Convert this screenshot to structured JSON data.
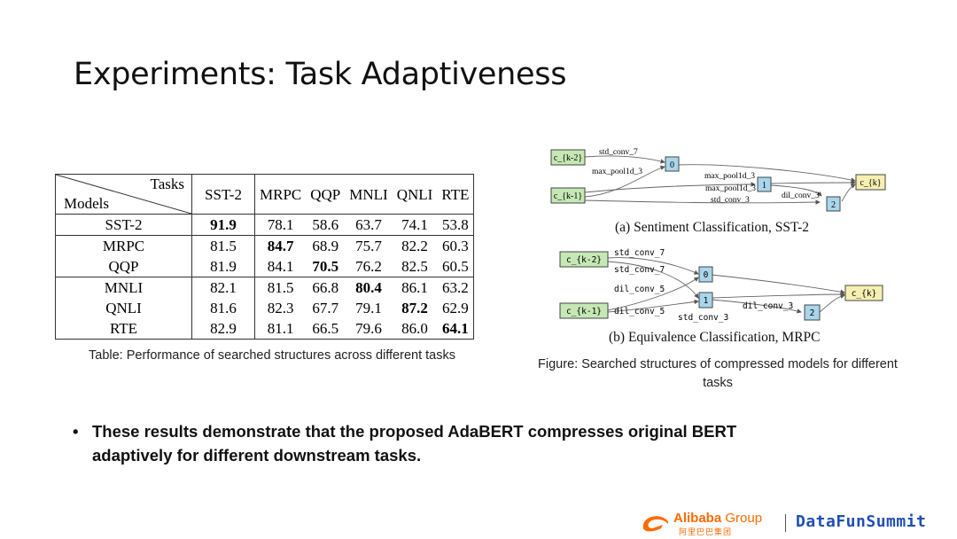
{
  "slide": {
    "title": "Experiments: Task Adaptiveness",
    "bullet": "These results demonstrate that the proposed AdaBERT compresses original BERT adaptively for different downstream tasks."
  },
  "table": {
    "corner_tasks": "Tasks",
    "corner_models": "Models",
    "columns": [
      "SST-2",
      "MRPC",
      "QQP",
      "MNLI",
      "QNLI",
      "RTE"
    ],
    "rows": [
      {
        "model": "SST-2",
        "values": [
          "91.9",
          "78.1",
          "58.6",
          "63.7",
          "74.1",
          "53.8"
        ],
        "bold_index": 0
      },
      {
        "model": "MRPC",
        "values": [
          "81.5",
          "84.7",
          "68.9",
          "75.7",
          "82.2",
          "60.3"
        ],
        "bold_index": 1
      },
      {
        "model": "QQP",
        "values": [
          "81.9",
          "84.1",
          "70.5",
          "76.2",
          "82.5",
          "60.5"
        ],
        "bold_index": 2
      },
      {
        "model": "MNLI",
        "values": [
          "82.1",
          "81.5",
          "66.8",
          "80.4",
          "86.1",
          "63.2"
        ],
        "bold_index": 3
      },
      {
        "model": "QNLI",
        "values": [
          "81.6",
          "82.3",
          "67.7",
          "79.1",
          "87.2",
          "62.9"
        ],
        "bold_index": 4
      },
      {
        "model": "RTE",
        "values": [
          "82.9",
          "81.1",
          "66.5",
          "79.6",
          "86.0",
          "64.1"
        ],
        "bold_index": 5
      }
    ],
    "caption": "Table: Performance of searched structures across different tasks"
  },
  "figure_a": {
    "caption": "(a) Sentiment Classification, SST-2",
    "nodes": {
      "ck2": "c_{k-2}",
      "ck1": "c_{k-1}",
      "n0": "0",
      "n1": "1",
      "n2": "2",
      "ck": "c_{k}"
    },
    "edges": {
      "e1": "std_conv_7",
      "e2": "max_pool1d_3",
      "e3": "max_pool1d_3",
      "e4": "max_pool1d_3",
      "e5": "std_conv_3",
      "e6": "dil_conv_3"
    }
  },
  "figure_b": {
    "caption": "(b) Equivalence Classification, MRPC",
    "nodes": {
      "ck2": "c_{k-2}",
      "ck1": "c_{k-1}",
      "n0": "0",
      "n1": "1",
      "n2": "2",
      "ck": "c_{k}"
    },
    "edges": {
      "e1": "std_conv_7",
      "e2": "std_conv_7",
      "e3": "dil_conv_5",
      "e4": "dil_conv_5",
      "e5": "dil_conv_3",
      "e6": "std_conv_3"
    }
  },
  "figure_caption": "Figure: Searched structures of compressed models for different tasks",
  "footer": {
    "alibaba_brand": "Alibaba",
    "alibaba_group": "Group",
    "alibaba_cn": "阿里巴巴集团",
    "datafun": "DataFunSummit"
  },
  "colors": {
    "input_node": "#c6e8b4",
    "intermediate_node": "#a9d6ec",
    "output_node": "#f6efb2",
    "alibaba_orange": "#ff6a00",
    "datafun_blue": "#1f4fb5"
  }
}
